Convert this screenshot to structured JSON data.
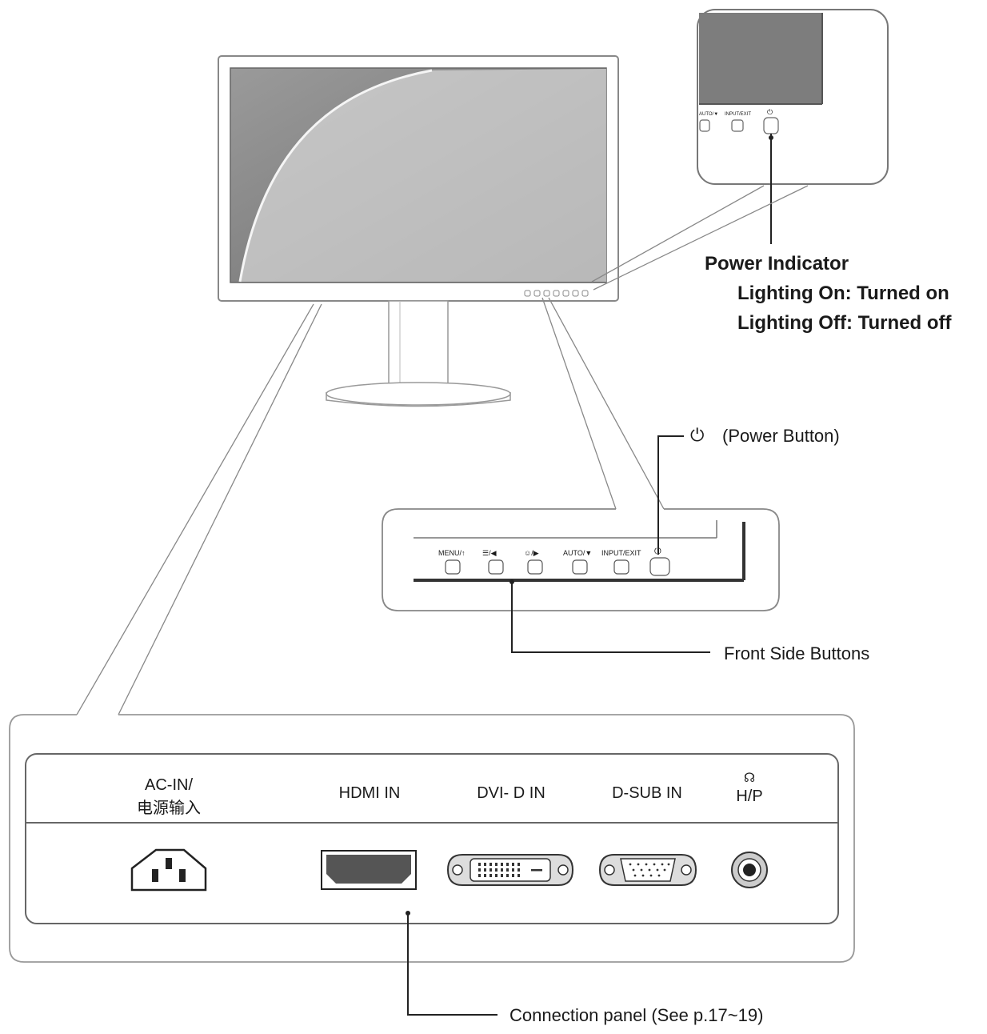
{
  "power_indicator": {
    "title": "Power Indicator",
    "line1": "Lighting On: Turned on",
    "line2": "Lighting Off: Turned off"
  },
  "power_button": {
    "symbol": "⏻",
    "label": "(Power Button)"
  },
  "front_buttons": {
    "label": "Front Side Buttons",
    "items": [
      "MENU/↑",
      "☰/◀",
      "☺/▶",
      "AUTO/▼",
      "INPUT/EXIT",
      "⏻"
    ]
  },
  "inset_buttons": [
    "AUTO/▼",
    "INPUT/EXIT",
    "⏻"
  ],
  "connection_panel": {
    "label": "Connection panel (See p.17~19)",
    "ports": {
      "ac_in_line1": "AC-IN/",
      "ac_in_line2": "电源输入",
      "hdmi": "HDMI IN",
      "dvi": "DVI- D IN",
      "dsub": "D-SUB IN",
      "hp_icon": "☊",
      "hp": "H/P"
    }
  }
}
